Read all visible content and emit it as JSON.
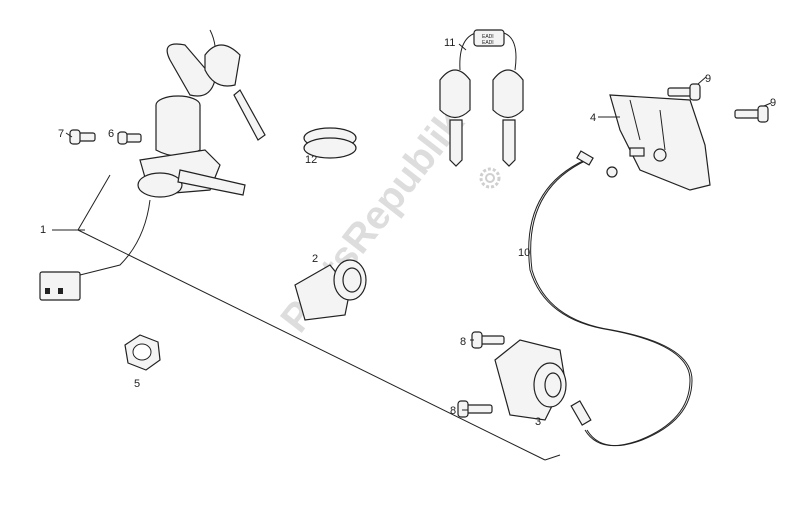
{
  "watermark": "PartsRepublik",
  "key_tag": {
    "line1": "EADI",
    "line2": "EADI"
  },
  "labels": {
    "p1": "1",
    "p2": "2",
    "p3": "3",
    "p4": "4",
    "p5": "5",
    "p6": "6",
    "p7": "7",
    "p8a": "8",
    "p8b": "8",
    "p9a": "9",
    "p9b": "9",
    "p10": "10",
    "p11": "11",
    "p12": "12"
  }
}
